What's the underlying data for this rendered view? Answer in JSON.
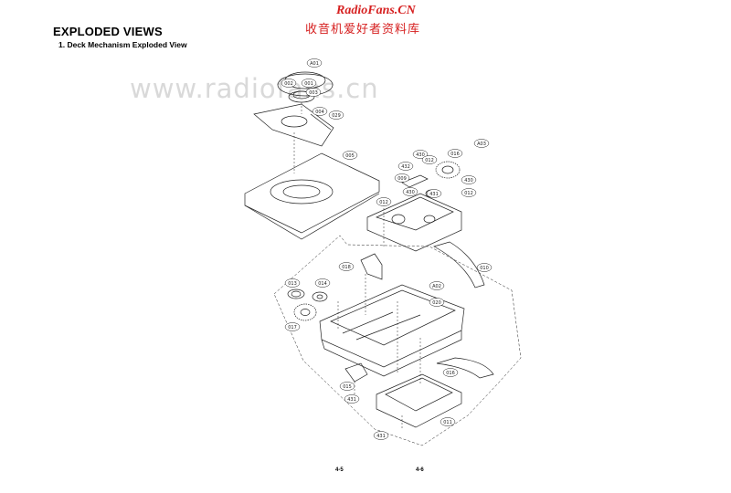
{
  "header": {
    "title": "EXPLODED VIEWS",
    "subtitle": "1. Deck Mechanism Exploded View"
  },
  "brand": {
    "name": "RadioFans.CN",
    "cn": "收音机爱好者资料库",
    "color": "#d62020"
  },
  "watermark": "www.radiofans.cn",
  "parts": [
    "A01",
    "002",
    "001",
    "003",
    "004",
    "029",
    "005",
    "A03",
    "016",
    "430",
    "432",
    "012",
    "009",
    "430",
    "431",
    "012",
    "430",
    "012",
    "010",
    "018",
    "A02",
    "013",
    "014",
    "020",
    "017",
    "016",
    "015",
    "431",
    "011",
    "431"
  ],
  "pages": {
    "left": "4-5",
    "right": "4-6"
  }
}
